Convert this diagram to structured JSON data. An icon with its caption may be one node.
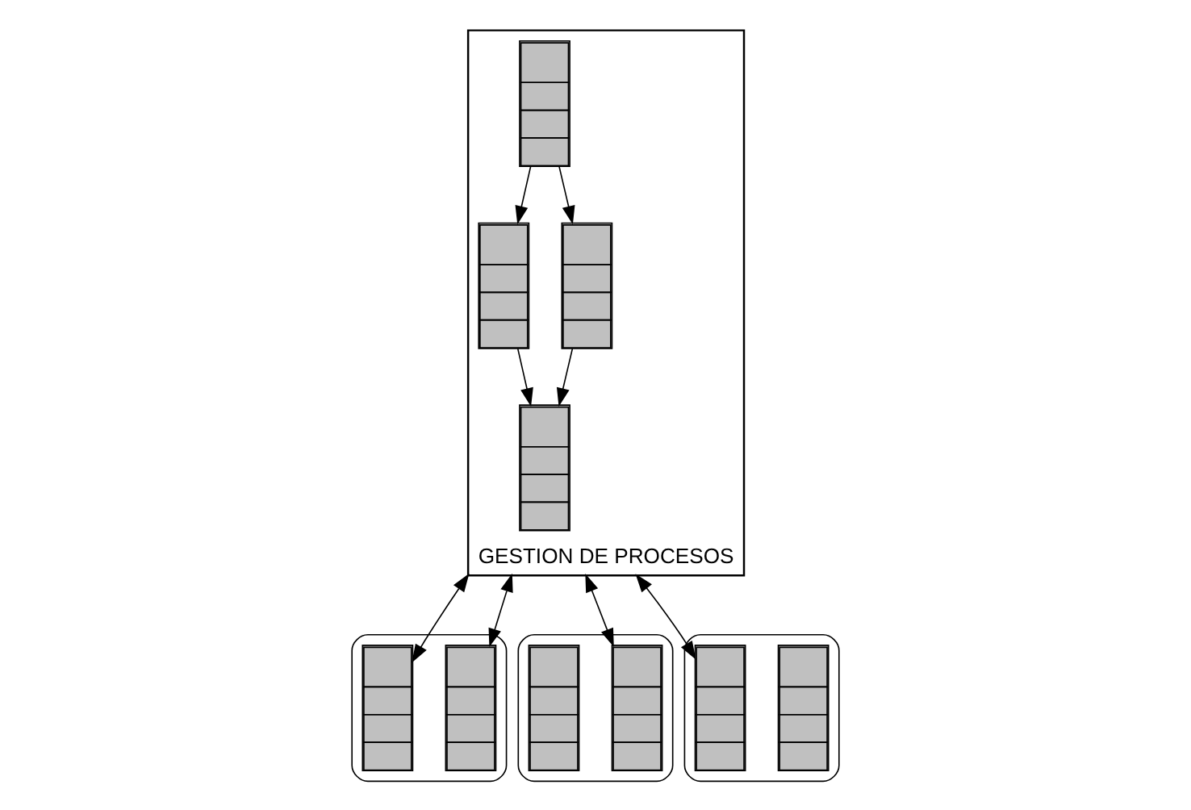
{
  "diagram": {
    "nodes": [
      {
        "text": [
          "GESTION DE PROCESOS"
        ]
      },
      {
        "text": [],
        "shape": "box",
        "in": 0
      },
      {
        "text": [],
        "shape": "box",
        "in": 0
      },
      {
        "text": [],
        "shape": "box",
        "in": 0
      },
      {
        "text": [],
        "shape": "box",
        "in": 0
      },
      {
        "text": [],
        "shape": "ellipse"
      },
      {
        "text": [],
        "shape": "box",
        "in": 5
      },
      {
        "text": [],
        "shape": "box",
        "in": 5
      },
      {
        "text": [],
        "shape": "ellipse"
      },
      {
        "text": [],
        "shape": "box",
        "in": 8
      },
      {
        "text": [],
        "shape": "box",
        "in": 8
      },
      {
        "text": [],
        "shape": "ellipse"
      },
      {
        "text": [],
        "shape": "box",
        "in": 11
      },
      {
        "text": [],
        "shape": "box",
        "in": 11
      }
    ],
    "edges": [
      {
        "from": 1,
        "to": 2,
        "arrow": "to"
      },
      {
        "from": 1,
        "to": 3,
        "arrow": "to"
      },
      {
        "from": 2,
        "to": 4,
        "arrow": "to"
      },
      {
        "from": 3,
        "to": 4,
        "arrow": "to"
      },
      {
        "from": 0,
        "to": 6,
        "arrow": "both"
      },
      {
        "from": 0,
        "to": 7,
        "arrow": "both"
      },
      {
        "from": 0,
        "to": 10,
        "arrow": "both"
      },
      {
        "from": 0,
        "to": 12,
        "arrow": "both"
      }
    ]
  }
}
